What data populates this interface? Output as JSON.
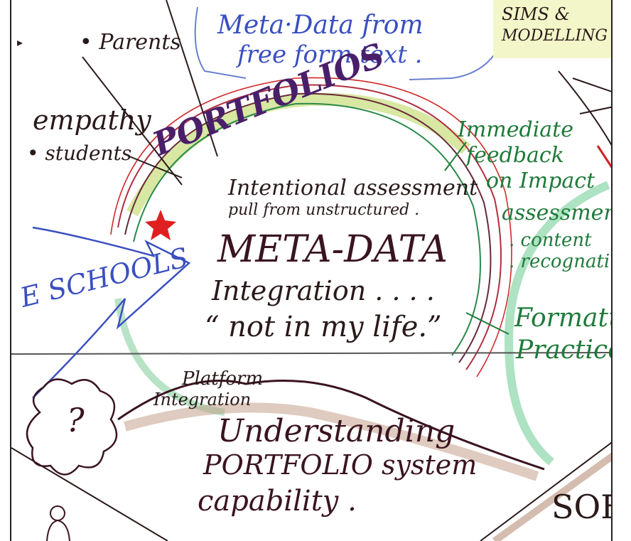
{
  "sketch": {
    "parents": "Parents",
    "meta_note_line1": "Meta·Data from",
    "meta_note_line2": "free form text .",
    "sims_line1": "SIMS &",
    "sims_line2": "MODELLING",
    "empathy": "empathy",
    "students": "students",
    "portfolios": "PORTFOLIOS",
    "immediate_line1": "Immediate",
    "immediate_line2": "feedback",
    "immediate_line3": "on Impact",
    "intentional": "Intentional assessment",
    "pull": "pull from unstructured .",
    "assessment": "assessment",
    "content": ". content",
    "recognition": ". recognati",
    "metadata": "META-DATA",
    "eschool": "E SCHOOLS",
    "integration": "Integration . . . .",
    "notinmylife": "“ not in my life.”",
    "formative_line1": "Formatu",
    "formative_line2": "Practices",
    "platform_line1": "Platform",
    "platform_line2": "Integration",
    "question": "?",
    "understanding": "Understanding",
    "portfolio_system": "PORTFOLIO system",
    "capability": "capability .",
    "soft": "SOFT"
  },
  "colors": {
    "ink_black": "#2a1a1a",
    "ink_maroon": "#3a1420",
    "ink_blue": "#3a4fc0",
    "ink_green": "#1f7a3a",
    "ink_red": "#d0202a",
    "ink_purple": "#4a1f6a",
    "sticky": "#f3f6c8"
  }
}
